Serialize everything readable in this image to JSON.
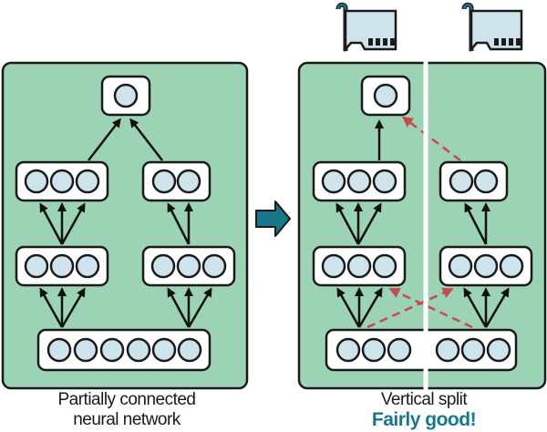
{
  "diagram": {
    "left_panel": {
      "caption_line1": "Partially connected",
      "caption_line2": "neural network"
    },
    "right_panel": {
      "caption_line1": "Vertical split",
      "verdict": "Fairly good!",
      "devices": [
        "gpu-card",
        "gpu-card"
      ]
    },
    "colors": {
      "panel": "#9bd3b4",
      "neuron": "#cfe3ec",
      "arrow": "#17768a",
      "cross_device_edge": "#c44a4f",
      "verdict_text": "#17768a"
    },
    "transition_arrow": "right-arrow"
  }
}
